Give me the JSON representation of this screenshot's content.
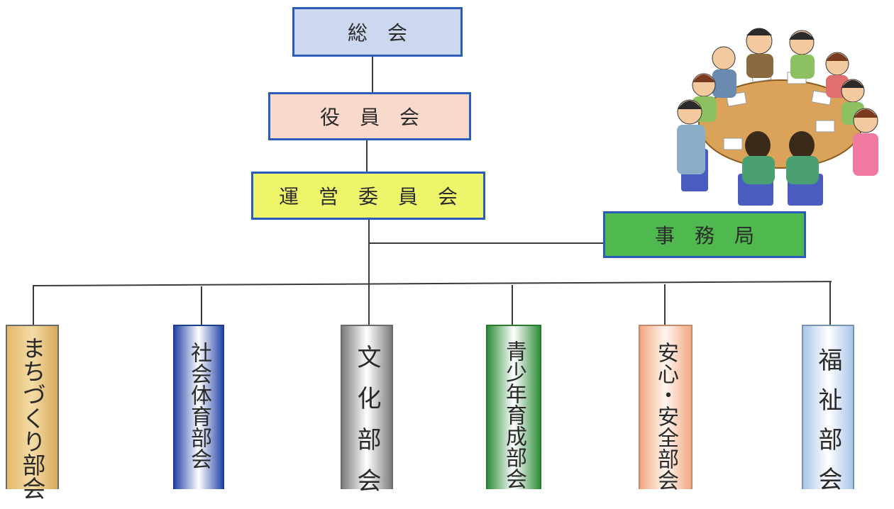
{
  "org": {
    "general": "総　会",
    "officers": "役　員　会",
    "steering": "運　営　委　員　会",
    "secretariat": "事　務　局"
  },
  "departments": [
    {
      "label": "まちづくり部会"
    },
    {
      "label": "社会体育部会"
    },
    {
      "label": "文化部会"
    },
    {
      "label": "青少年育成部会"
    },
    {
      "label": "安心・安全部会"
    },
    {
      "label": "福祉部会"
    }
  ],
  "colors": {
    "general": "#ccd7f0",
    "officers": "#f8d9cc",
    "steering": "#eef56a",
    "secretariat": "#4fb84f",
    "box_border": "#2a5cb8",
    "dept_machizukuri": "#d9a95a",
    "dept_shakai": "#2747a8",
    "dept_bunka": "#8a8a8a",
    "dept_seishonen": "#2e8f3a",
    "dept_anshin": "#f2a882",
    "dept_fukushi": "#a9c6e8"
  },
  "illustration": {
    "icon": "meeting-people-icon"
  }
}
